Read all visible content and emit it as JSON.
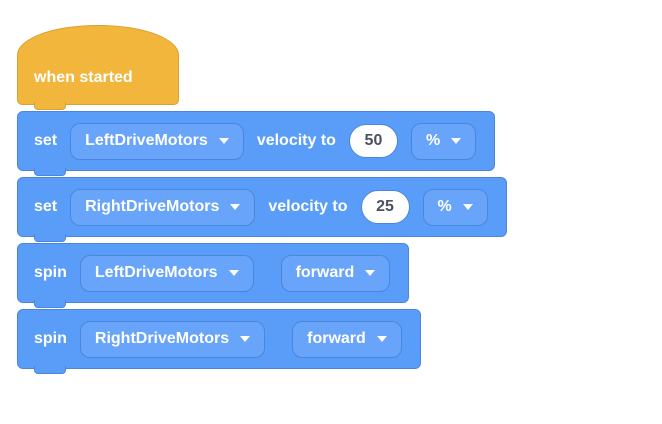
{
  "palette": {
    "hat_fill": "#F2B63D",
    "hat_stroke": "#D9A22E",
    "block_fill": "#5A9DF8",
    "block_stroke": "#4A87DC",
    "input_fill": "#FFFFFF",
    "input_text": "#4A5160",
    "label_text": "#FFFFFF"
  },
  "icons": {
    "dropdown_caret": "chevron-down"
  },
  "script": {
    "hat": {
      "label": "when started"
    },
    "blocks": [
      {
        "kind": "set-velocity",
        "verb": "set",
        "motor": "LeftDriveMotors",
        "connector": "velocity to",
        "value": "50",
        "unit": "%"
      },
      {
        "kind": "set-velocity",
        "verb": "set",
        "motor": "RightDriveMotors",
        "connector": "velocity to",
        "value": "25",
        "unit": "%"
      },
      {
        "kind": "spin",
        "verb": "spin",
        "motor": "LeftDriveMotors",
        "direction": "forward"
      },
      {
        "kind": "spin",
        "verb": "spin",
        "motor": "RightDriveMotors",
        "direction": "forward"
      }
    ]
  }
}
